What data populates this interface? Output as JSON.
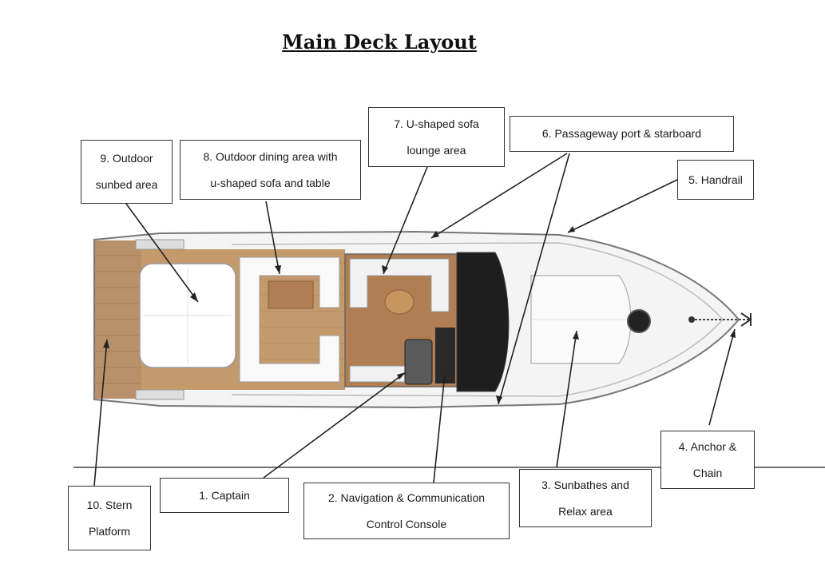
{
  "title": "Main Deck Layout",
  "callouts": {
    "captain": {
      "lines": [
        "1.   Captain"
      ]
    },
    "console": {
      "lines": [
        "2. Navigation & Communication",
        "Control Console"
      ]
    },
    "sunbathe": {
      "lines": [
        "3. Sunbathes and",
        "Relax area"
      ]
    },
    "anchor": {
      "lines": [
        "4. Anchor &",
        "Chain"
      ]
    },
    "handrail": {
      "lines": [
        "5. Handrail"
      ]
    },
    "passageway": {
      "lines": [
        "6. Passageway port & starboard"
      ]
    },
    "sofa_lounge": {
      "lines": [
        "7. U-shaped sofa",
        "lounge area"
      ]
    },
    "dining": {
      "lines": [
        "8. Outdoor dining area with",
        "u-shaped sofa and table"
      ]
    },
    "sunbed": {
      "lines": [
        "9. Outdoor",
        "sunbed area"
      ]
    },
    "stern": {
      "lines": [
        "10. Stern",
        "Platform"
      ]
    }
  },
  "colors": {
    "teak": "#b8916a",
    "hull": "#f4f4f4",
    "outline": "#777777",
    "cabin_glass": "#1e1e1e",
    "leader": "#222222"
  }
}
